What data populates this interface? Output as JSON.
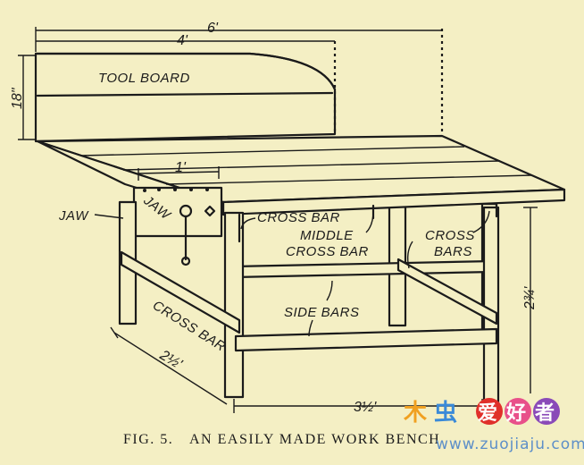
{
  "diagram": {
    "dimensions": {
      "total_length": "6'",
      "board_length": "4'",
      "board_height": "18\"",
      "vise_width": "1'",
      "depth": "2½'",
      "front_width": "3½'",
      "height": "2¾'"
    },
    "labels": {
      "tool_board": "TOOL BOARD",
      "jaw_left": "JAW",
      "jaw_vise": "JAW",
      "cross_bar_top": "CROSS BAR",
      "middle_cross_bar_1": "MIDDLE",
      "middle_cross_bar_2": "CROSS BAR",
      "cross_bars_1": "CROSS",
      "cross_bars_2": "BARS",
      "side_bars": "SIDE BARS",
      "cross_bar_bottom": "CROSS BAR"
    },
    "caption": {
      "figure": "FIG. 5.",
      "text": "AN EASILY MADE WORK BENCH"
    }
  },
  "watermark": {
    "chars": [
      "木",
      "虫",
      "爱",
      "好",
      "者"
    ],
    "url": "www.zuojiaju.com",
    "colors": {
      "orange": "#f0a020",
      "blue": "#3a8ad8",
      "red": "#e0302a",
      "pink": "#e8508a",
      "purple": "#8a4ab8"
    }
  }
}
